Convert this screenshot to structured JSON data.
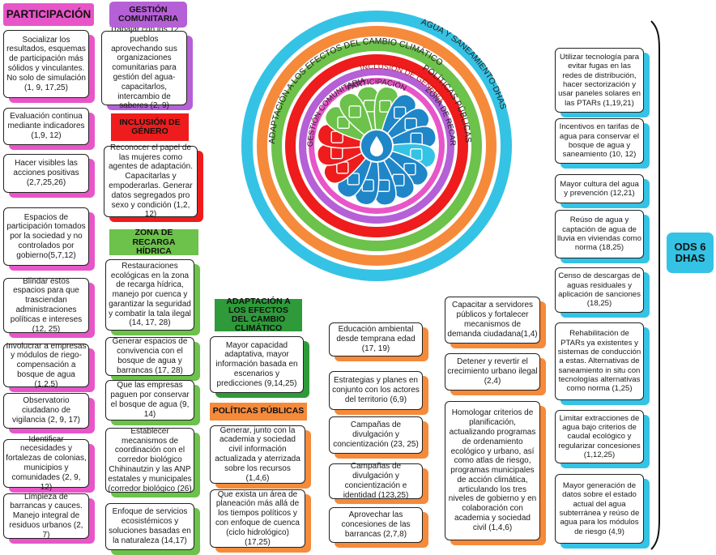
{
  "headers": {
    "participacion": "PARTICIPACIÓN",
    "gestion": "GESTIÓN COMUNITARIA",
    "genero": "INCLUSIÓN DE GÉNERO",
    "recarga": "ZONA DE RECARGA HÍDRICA",
    "adaptacion": "ADAPTACIÓN A LOS EFECTOS DEL CAMBIO CLIMÁTICO",
    "politicas": "POLÍTICAS PÚBLICAS",
    "ods": "ODS 6 DHAS"
  },
  "colors": {
    "pink": "#e855c8",
    "purple": "#b560d6",
    "red": "#ee1c1c",
    "green": "#6cc24a",
    "orange": "#f58a3a",
    "cyan": "#34c3e4",
    "blue": "#1f86c8",
    "darkgreen": "#2e9a3a"
  },
  "wheel": {
    "rings": [
      "AGUA Y SANEAMIENTO-DHAS",
      "ADAPTACIÓN A LOS EFECTOS DEL CAMBIO CLIMÁTICO",
      "POLÍTICAS PÚBLICAS",
      "ZONA DE RECARGA HÍDRICA",
      "INCLUSIÓN DE GÉNERO",
      "GESTIÓN COMUNITARIA",
      "PARTICIPACIÓN"
    ]
  },
  "participacion": [
    "Socializar los resultados, esquemas de participación más sólidos y vinculantes. No solo de simulación (1, 9, 17,25)",
    "Evaluación continua mediante indicadores (1,9, 12)",
    "Hacer visibles las acciones positivas (2,7,25,26)",
    "Espacios de participación tomados por la sociedad y no controlados por gobierno(5,7,12)",
    "Blindar estos espacios para que trasciendan administraciones políticas e intereses (12, 25)",
    "Involucrar a empresas y módulos de riego-compensación a bosque de agua (1,2,5)",
    "Observatorio ciudadano de vigilancia (2, 9, 17)",
    "Identificar necesidades y fortalezas de colonias, municipios y comunidades (2, 9, 12)",
    "Limpieza de barrancas y cauces. Manejo integral de residuos urbanos (2, 7)"
  ],
  "gestion": [
    "Trabajar con los 12 pueblos aprovechando sus organizaciones comunitarias para gestión del agua-capacitarlos, intercambio de saberes (2, 9)"
  ],
  "genero": [
    "Reconocer el papel de las mujeres como agentes de adaptación. Capacitarlas y empoderarlas. Generar datos segregados pro sexo y condición (1,2, 12)"
  ],
  "recarga": [
    "Restauraciones ecológicas en la zona de recarga hídrica, manejo por cuenca y garantizar la seguridad y combatir la tala ilegal (14, 17, 28)",
    "Generar espacios de convivencia con el bosque de agua y barrancas (17, 28)",
    "Que las empresas paguen por conservar el bosque de agua (9, 14)",
    "Establecer mecanismos de coordinación con el corredor biológico Chihinautzin y las ANP estatales y municipales (corredor biológico (26)",
    "Enfoque de servicios ecosistémicos y soluciones basadas en la naturaleza (14,17)"
  ],
  "adaptacion": [
    "Mayor capacidad adaptativa, mayor información basada en escenarios y predicciones (9,14,25)"
  ],
  "politicas": [
    "Generar, junto con la academia y sociedad civil información actualizada y aterrizada sobre los recursos (1,4,6)",
    "Que exista un área de planeación más allá de los tiempos políticos y con enfoque de cuenca (ciclo hidrológico) (17,25)"
  ],
  "col4": [
    "Educación ambiental desde temprana edad (17, 19)",
    "Estrategias y planes en conjunto con los actores del territorio (6,9)",
    "Campañas de divulgación y concientización (23, 25)",
    "Campañas de divulgación y concientización e identidad (123,25)",
    "Aprovechar las concesiones de las barrancas (2,7,8)"
  ],
  "col5": [
    "Capacitar a servidores públicos y fortalecer mecanismos de demanda ciudadana(1,4)",
    "Detener y revertir el crecimiento urbano ilegal (2,4)",
    "Homologar criterios de planificación, actualizando programas de ordenamiento ecológico y urbano, así como atlas de riesgo, programas municipales de acción climática, articulando los tres niveles de gobierno y en colaboración con academia y sociedad civil (1,4,6)"
  ],
  "ods": [
    "Utilizar tecnología para evitar fugas en las redes de distribución, hacer sectorización y usar paneles solares en las PTARs (1,19,21)",
    "Incentivos en tarifas de agua para conservar el bosque de agua y saneamiento (10, 12)",
    "Mayor cultura del agua y prevención (12,21)",
    "Reúso de agua y captación de agua de lluvia en viviendas como norma (18,25)",
    "Censo de descargas de aguas residuales y aplicación de sanciones (18,25)",
    "Rehabilitación de PTARs ya existentes y sistemas de conducción a estas. Alternativas de saneamiento in situ con tecnologías alternativas como norma (1,25)",
    "Limitar extracciones de agua bajo criterios de caudal ecológico y regularizar concesiones (1,12,25)",
    "Mayor generación de datos sobre el estado actual del agua subterránea y reúso de agua para los módulos de riesgo (4,9)"
  ]
}
